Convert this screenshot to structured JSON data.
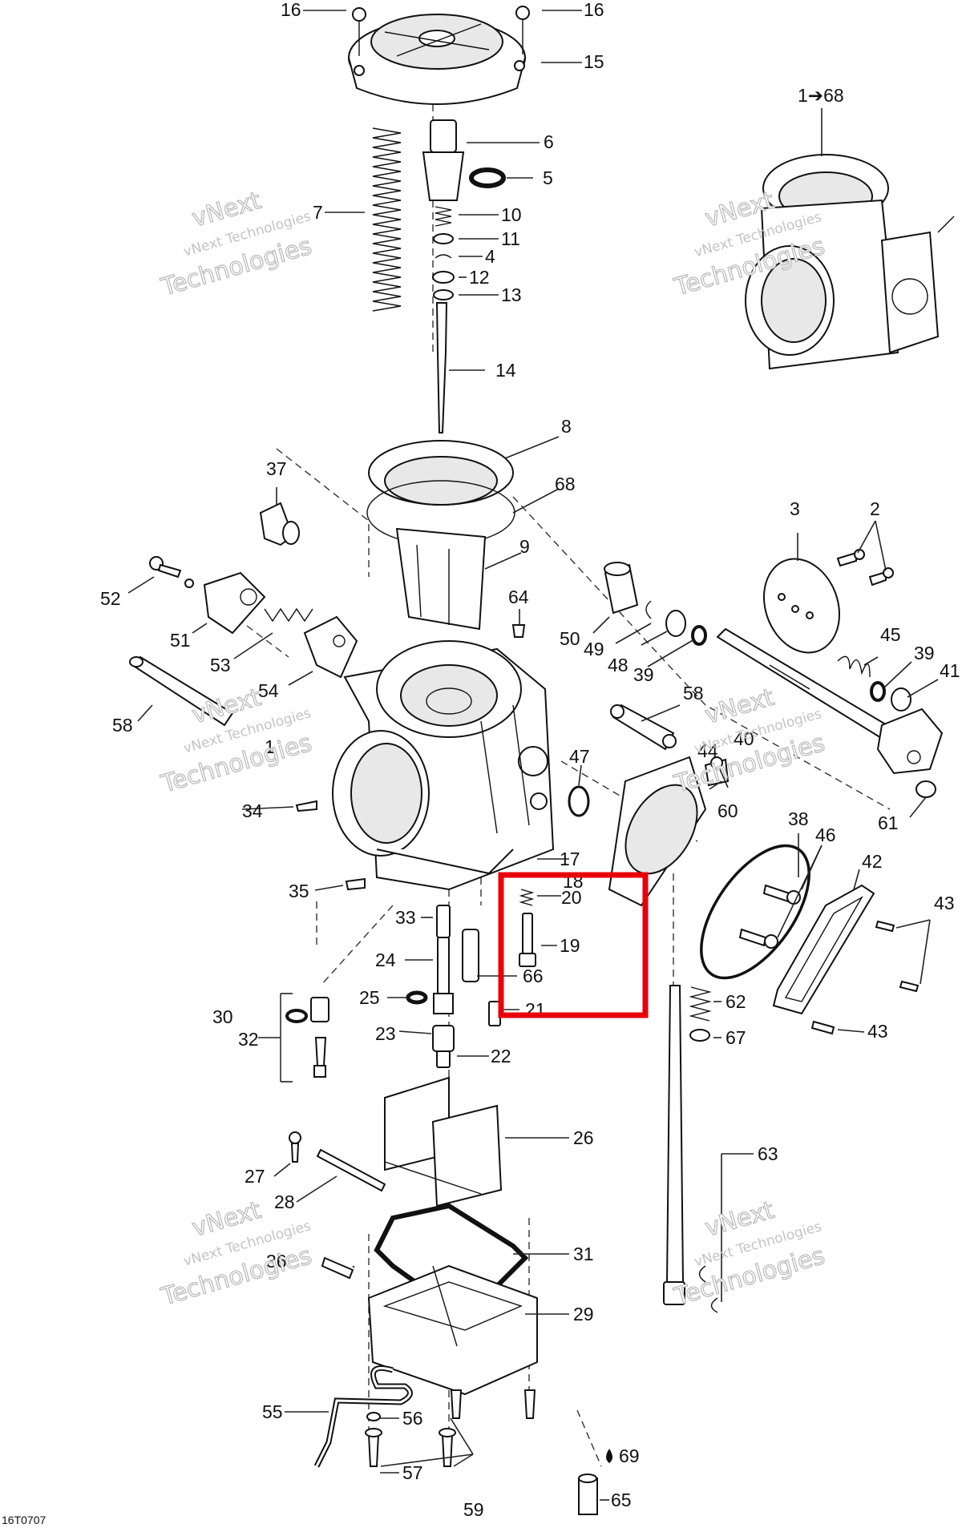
{
  "diagram": {
    "code": "16T0707",
    "assembly_label": "1➔68",
    "highlight_color": "#e8000b"
  },
  "watermark": {
    "line1": "vNext",
    "line2": "vNext Technologies",
    "line3": "Technologies"
  },
  "callouts": [
    "1",
    "2",
    "3",
    "4",
    "5",
    "6",
    "7",
    "8",
    "9",
    "10",
    "11",
    "12",
    "13",
    "14",
    "15",
    "16",
    "17",
    "18",
    "19",
    "20",
    "21",
    "22",
    "23",
    "24",
    "25",
    "26",
    "27",
    "28",
    "29",
    "30",
    "31",
    "32",
    "33",
    "34",
    "35",
    "36",
    "37",
    "38",
    "39",
    "40",
    "41",
    "42",
    "43",
    "44",
    "45",
    "46",
    "47",
    "48",
    "49",
    "50",
    "51",
    "52",
    "53",
    "54",
    "55",
    "56",
    "57",
    "58",
    "59",
    "60",
    "61",
    "62",
    "63",
    "64",
    "65",
    "66",
    "67",
    "68",
    "69"
  ]
}
